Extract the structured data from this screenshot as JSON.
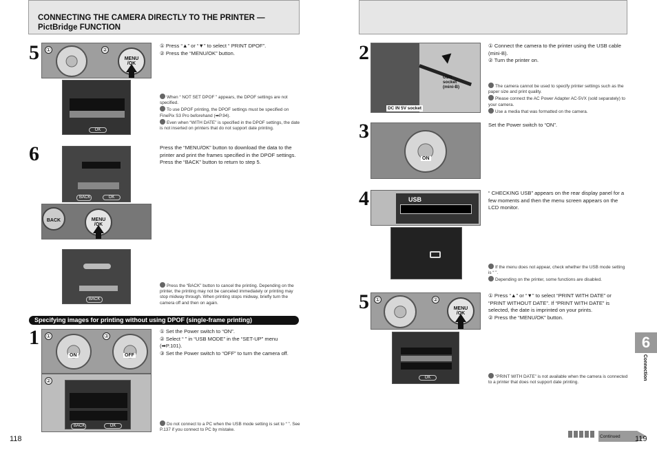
{
  "left_page": {
    "header": {
      "title_line1": "CONNECTING THE CAMERA DIRECTLY TO THE PRINTER —",
      "title_line2": "PictBridge FUNCTION"
    },
    "step5": {
      "number": "5",
      "markers": [
        "①",
        "②"
      ],
      "menu_button": [
        "MENU",
        "/OK"
      ],
      "lcd_ok": "OK",
      "instructions": [
        "① Press “▲” or “▼” to select “ PRINT DPOF”.",
        "② Press the “MENU/OK” button."
      ],
      "notes": [
        "When “ NOT SET DPOF ” appears, the DPOF settings are not specified.",
        "To use DPOF printing, the DPOF settings must be specified on FinePix S3 Pro beforehand (➡P.94).",
        "Even when “WITH DATE” is specified in the DPOF settings, the date is not inserted on printers that do not support date printing."
      ]
    },
    "step6": {
      "number": "6",
      "lcd_back": "BACK",
      "lcd_ok": "OK",
      "back_label": "BACK",
      "menu_button": [
        "MENU",
        "/OK"
      ],
      "instructions": "Press the “MENU/OK” button to download the data to the printer and print the frames specified in the DPOF settings. Press the “BACK” button to return to step 5.",
      "lcd2_back": "BACK",
      "note": "Press the “BACK” button to cancel the printing. Depending on the printer, the printing may not be canceled immediately or printing may stop midway through. When printing stops midway, briefly turn the camera off and then on again."
    },
    "banner": "Specifying images for printing without using DPOF (single-frame printing)",
    "step1": {
      "number": "1",
      "markers": [
        "①",
        "③",
        "②"
      ],
      "switch_on": "ON",
      "switch_off": "OFF",
      "lcd_back": "BACK",
      "lcd_ok": "OK",
      "instructions": [
        "① Set the Power switch to “ON”.",
        "② Select “ ” in “USB MODE” in the “SET-UP” menu (➡P.101).",
        "③ Set the Power switch to “OFF” to turn the camera off."
      ],
      "note": "Do not connect to a PC when the USB mode setting is set to “ ”. See P.137 if you connect to PC by mistake."
    },
    "page_number": "118"
  },
  "right_page": {
    "step2": {
      "number": "2",
      "labels": {
        "usb_socket": [
          "USB",
          "socket",
          "(mini-B)"
        ],
        "dc_in": "DC IN 5V socket"
      },
      "instructions": [
        "① Connect the camera to the printer using the USB cable (mini-B).",
        "② Turn the printer on."
      ],
      "notes": [
        "The camera cannot be used to specify printer settings such as the paper size and print quality.",
        "Please connect the AC Power Adapter AC-5VX (sold separately) to your camera.",
        "Use a media that was formatted on the camera."
      ]
    },
    "step3": {
      "number": "3",
      "switch_on": "ON",
      "instructions": "Set the Power switch to “ON”."
    },
    "step4": {
      "number": "4",
      "panel_text": "USB",
      "instructions": "“ CHECKING USB” appears on the rear display panel for a few moments and then the menu screen appears on the LCD monitor.",
      "notes": [
        "If the menu does not appear, check whether the USB mode setting is “ ”.",
        "Depending on the printer, some functions are disabled."
      ]
    },
    "step5": {
      "number": "5",
      "markers": [
        "①",
        "②"
      ],
      "menu_button": [
        "MENU",
        "/OK"
      ],
      "lcd_ok": "OK",
      "instructions": [
        "① Press “▲” or “▼” to select “PRINT WITH DATE” or “PRINT WITHOUT DATE”. If “PRINT WITH DATE” is selected, the date is imprinted on your prints.",
        "② Press the “MENU/OK” button."
      ],
      "note": "“PRINT WITH DATE” is not available when the camera is connected to a printer that does not support date printing."
    },
    "side_tab": {
      "number": "6",
      "label": "Connection"
    },
    "continued": "Continued",
    "page_number": "119"
  }
}
